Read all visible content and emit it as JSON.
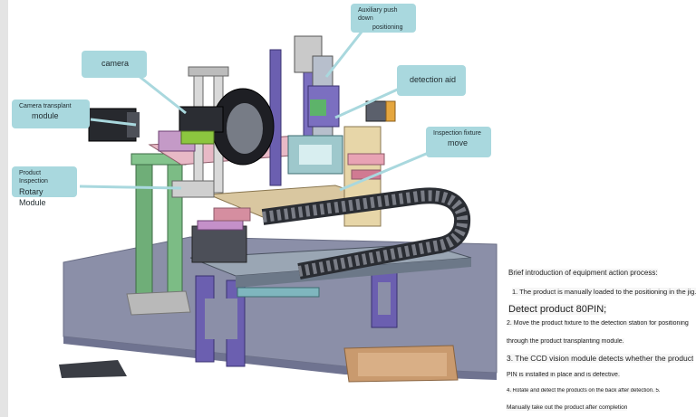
{
  "callouts": {
    "auxiliary": {
      "line1": "Auxiliary push down",
      "line2": "positioning"
    },
    "camera": {
      "line1": "camera"
    },
    "detection_aid": {
      "line1": "detection aid"
    },
    "camera_transplant": {
      "line1": "Camera transplant",
      "line2": "module"
    },
    "inspection_fixture": {
      "line1": "Inspection fixture",
      "line2": "move"
    },
    "rotary": {
      "line1": "Product Inspection",
      "line2": "Rotary Module"
    }
  },
  "notes": {
    "heading": "Brief introduction of equipment action process:",
    "line1": "1. The product is manually loaded to the positioning in the jig.",
    "line2": "Detect product 80PIN;",
    "line3": "2. Move the product fixture to the detection station for positioning",
    "line4": "through the product transplanting module.",
    "line5": "3. The CCD vision module detects whether the product",
    "line6": "PIN is installed in place and is defective.",
    "line7": "4. Rotate and detect the products on the back after detection. 5.",
    "line8": "Manually take out the product after completion"
  },
  "colors": {
    "callout_fill": "#a9d8de",
    "base_plate": "#8b8fa8",
    "frame_green": "#6fae78",
    "frame_purple": "#6b5fb0",
    "cable_chain": "#2a2d33"
  }
}
